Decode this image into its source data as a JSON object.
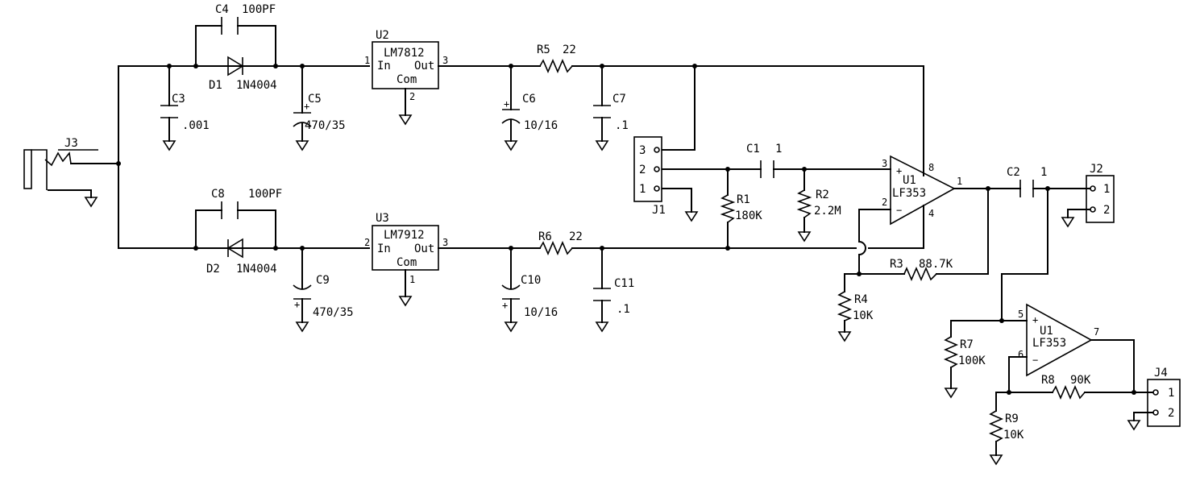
{
  "connectors": {
    "J1": {
      "ref": "J1",
      "pins": [
        "1",
        "2",
        "3"
      ]
    },
    "J2": {
      "ref": "J2",
      "pins": [
        "1",
        "2"
      ]
    },
    "J3": {
      "ref": "J3"
    },
    "J4": {
      "ref": "J4",
      "pins": [
        "1",
        "2"
      ]
    }
  },
  "regulators": {
    "U2": {
      "ref": "U2",
      "part": "LM7812",
      "in": "In",
      "out": "Out",
      "com": "Com",
      "pin_in": "1",
      "pin_out": "3",
      "pin_com": "2"
    },
    "U3": {
      "ref": "U3",
      "part": "LM7912",
      "in": "In",
      "out": "Out",
      "com": "Com",
      "pin_in": "2",
      "pin_out": "3",
      "pin_com": "1"
    }
  },
  "capacitors": {
    "C1": {
      "ref": "C1",
      "value": "1"
    },
    "C2": {
      "ref": "C2",
      "value": "1"
    },
    "C3": {
      "ref": "C3",
      "value": ".001"
    },
    "C4": {
      "ref": "C4",
      "value": "100PF"
    },
    "C5": {
      "ref": "C5",
      "value": "470/35"
    },
    "C6": {
      "ref": "C6",
      "value": "10/16"
    },
    "C7": {
      "ref": "C7",
      "value": ".1"
    },
    "C8": {
      "ref": "C8",
      "value": "100PF"
    },
    "C9": {
      "ref": "C9",
      "value": "470/35"
    },
    "C10": {
      "ref": "C10",
      "value": "10/16"
    },
    "C11": {
      "ref": "C11",
      "value": ".1"
    }
  },
  "diodes": {
    "D1": {
      "ref": "D1",
      "part": "1N4004"
    },
    "D2": {
      "ref": "D2",
      "part": "1N4004"
    }
  },
  "resistors": {
    "R1": {
      "ref": "R1",
      "value": "180K"
    },
    "R2": {
      "ref": "R2",
      "value": "2.2M"
    },
    "R3": {
      "ref": "R3",
      "value": "88.7K"
    },
    "R4": {
      "ref": "R4",
      "value": "10K"
    },
    "R5": {
      "ref": "R5",
      "value": "22"
    },
    "R6": {
      "ref": "R6",
      "value": "22"
    },
    "R7": {
      "ref": "R7",
      "value": "100K"
    },
    "R8": {
      "ref": "R8",
      "value": "90K"
    },
    "R9": {
      "ref": "R9",
      "value": "10K"
    }
  },
  "opamps": {
    "U1A": {
      "ref": "U1",
      "part": "LF353",
      "pin_plus": "3",
      "pin_minus": "2",
      "pin_out": "1",
      "pin_vpos": "8",
      "pin_vneg": "4",
      "plus": "+",
      "minus": "−"
    },
    "U1B": {
      "ref": "U1",
      "part": "LF353",
      "pin_plus": "5",
      "pin_minus": "6",
      "pin_out": "7",
      "plus": "+",
      "minus": "−"
    }
  },
  "polarity_mark": "+"
}
